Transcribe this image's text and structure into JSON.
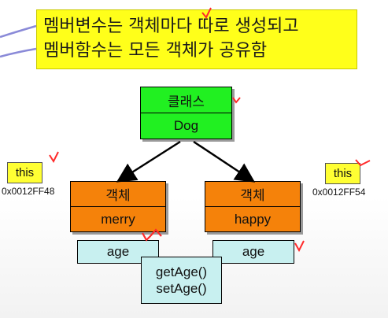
{
  "banner": {
    "line1": "멤버변수는 객체마다 따로 생성되고",
    "line2": "멤버함수는 모든 객체가 공유함"
  },
  "class_box": {
    "label": "클래스",
    "name": "Dog"
  },
  "objects": [
    {
      "label": "객체",
      "name": "merry",
      "field": "age"
    },
    {
      "label": "객체",
      "name": "happy",
      "field": "age"
    }
  ],
  "this_left": {
    "label": "this",
    "address": "0x0012FF48"
  },
  "this_right": {
    "label": "this",
    "address": "0x0012FF54"
  },
  "methods": {
    "line1": "getAge()",
    "line2": "setAge()"
  },
  "colors": {
    "banner": "#ffff1a",
    "class": "#21f021",
    "object": "#f5820a",
    "field": "#c8f0f0",
    "this": "#ffff33",
    "checkmark": "#ff2a2a",
    "pen_line": "#8a8ad8"
  }
}
